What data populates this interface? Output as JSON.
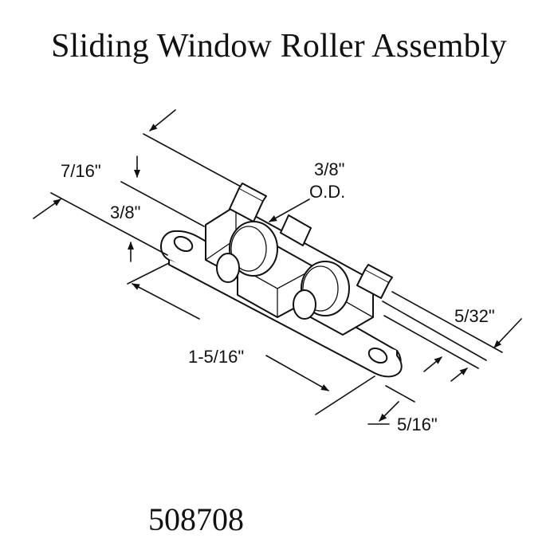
{
  "title": "Sliding Window Roller Assembly",
  "part_number": "508708",
  "dimensions": {
    "bracket_height": "7/16\"",
    "roller_height": "3/8\"",
    "roller_diameter_value": "3/8\"",
    "roller_diameter_unit": "O.D.",
    "overall_length": "1-5/16\"",
    "base_width": "5/16\"",
    "plate_thickness": "5/32\""
  }
}
